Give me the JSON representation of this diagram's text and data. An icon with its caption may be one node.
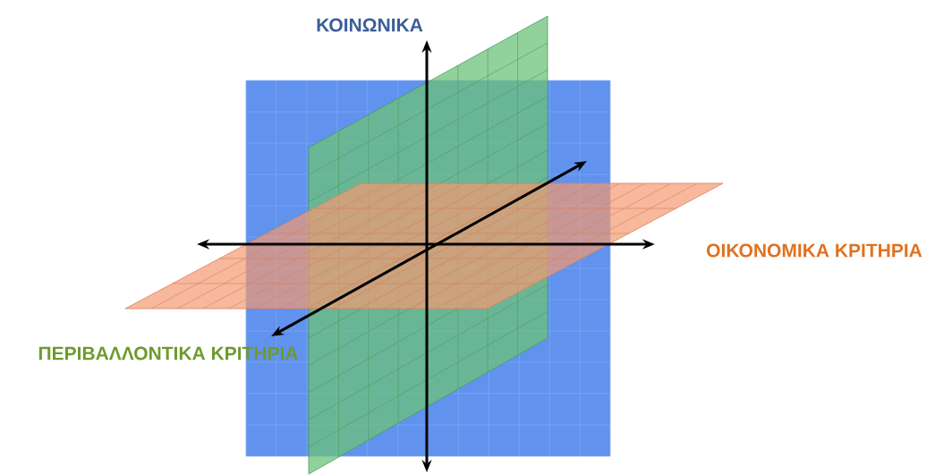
{
  "diagram": {
    "labels": [
      "ΚΟΙΝΩΝΙΚΑ",
      "ΟΙΚΟΝΟΜΙΚΑ ΚΡΙΤΗΡΙΑ",
      "ΠΕΡΙΒΑΛΛΟΝΤΙΚΑ ΚΡΙΤΗΡΙΑ"
    ]
  }
}
